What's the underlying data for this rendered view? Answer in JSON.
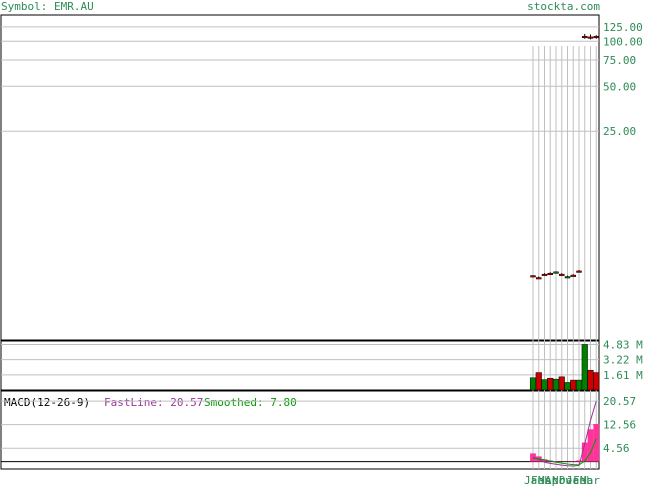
{
  "header": {
    "symbol_label": "Symbol: EMR.AU",
    "site": "stockta.com"
  },
  "colors": {
    "up": "#008000",
    "down": "#cc0000",
    "grid": "#c0c0c0",
    "axis_text": "#2e8b57",
    "macd_fast": "#993399",
    "macd_smoothed": "#009900",
    "macd_hist": "#ff3399"
  },
  "chart_data": [
    {
      "type": "candlestick",
      "name": "price",
      "scale": "log",
      "ylim": [
        1.0,
        150
      ],
      "y_ticks": [
        {
          "value": 125,
          "label": "125.00"
        },
        {
          "value": 100,
          "label": "100.00"
        },
        {
          "value": 75,
          "label": "75.00"
        },
        {
          "value": 50,
          "label": "50.00"
        },
        {
          "value": 25,
          "label": "25.00"
        }
      ],
      "candles": [
        {
          "o": 2.7,
          "h": 2.72,
          "l": 2.62,
          "c": 2.64
        },
        {
          "o": 2.62,
          "h": 2.66,
          "l": 2.56,
          "c": 2.58
        },
        {
          "o": 2.76,
          "h": 2.8,
          "l": 2.7,
          "c": 2.74
        },
        {
          "o": 2.8,
          "h": 2.84,
          "l": 2.75,
          "c": 2.78
        },
        {
          "o": 2.82,
          "h": 2.88,
          "l": 2.78,
          "c": 2.86
        },
        {
          "o": 2.76,
          "h": 2.8,
          "l": 2.68,
          "c": 2.72
        },
        {
          "o": 2.64,
          "h": 2.7,
          "l": 2.6,
          "c": 2.66
        },
        {
          "o": 2.72,
          "h": 2.76,
          "l": 2.66,
          "c": 2.7
        },
        {
          "o": 2.9,
          "h": 2.94,
          "l": 2.85,
          "c": 2.88
        },
        {
          "o": 108,
          "h": 112,
          "l": 104,
          "c": 106
        },
        {
          "o": 107,
          "h": 111,
          "l": 103,
          "c": 105
        },
        {
          "o": 108,
          "h": 110,
          "l": 104,
          "c": 106
        }
      ]
    },
    {
      "type": "bar",
      "name": "volume",
      "ylim": [
        0,
        5.2
      ],
      "y_ticks": [
        {
          "value": 4.83,
          "label": "4.83 M"
        },
        {
          "value": 3.22,
          "label": "3.22 M"
        },
        {
          "value": 1.61,
          "label": "1.61 M"
        }
      ],
      "values": [
        1.3,
        1.85,
        1.1,
        1.25,
        1.15,
        1.4,
        0.8,
        1.05,
        1.05,
        4.83,
        2.1,
        1.85
      ],
      "up": [
        true,
        false,
        true,
        false,
        true,
        false,
        true,
        false,
        true,
        true,
        false,
        false
      ]
    },
    {
      "type": "line",
      "name": "macd",
      "title": "MACD(12-26-9)",
      "fast_label": "FastLine: 20.57",
      "smoothed_label": "Smoothed: 7.80",
      "ylim": [
        -2.5,
        24
      ],
      "y_ticks": [
        {
          "value": 20.57,
          "label": "20.57"
        },
        {
          "value": 12.56,
          "label": "12.56"
        },
        {
          "value": 4.56,
          "label": "4.56"
        }
      ],
      "series": [
        {
          "name": "FastLine",
          "values": [
            1.6,
            0.8,
            -0.2,
            -0.6,
            -0.9,
            -1.2,
            -1.4,
            -1.5,
            -1.3,
            6.0,
            14.0,
            20.57
          ]
        },
        {
          "name": "Smoothed",
          "values": [
            1.2,
            1.0,
            0.6,
            0.2,
            -0.2,
            -0.5,
            -0.8,
            -1.0,
            -1.1,
            0.2,
            3.0,
            7.8
          ]
        }
      ],
      "histogram": [
        2.8,
        1.8,
        0.8,
        0.4,
        0.2,
        0.1,
        0.1,
        0.2,
        0.4,
        6.5,
        11.0,
        12.8
      ]
    }
  ],
  "x_axis": {
    "tick_labels": [
      "Jan",
      "Feb",
      "Mar",
      "Apr",
      "Nov",
      "Dec",
      "Jan",
      "Feb",
      "Mar"
    ]
  }
}
